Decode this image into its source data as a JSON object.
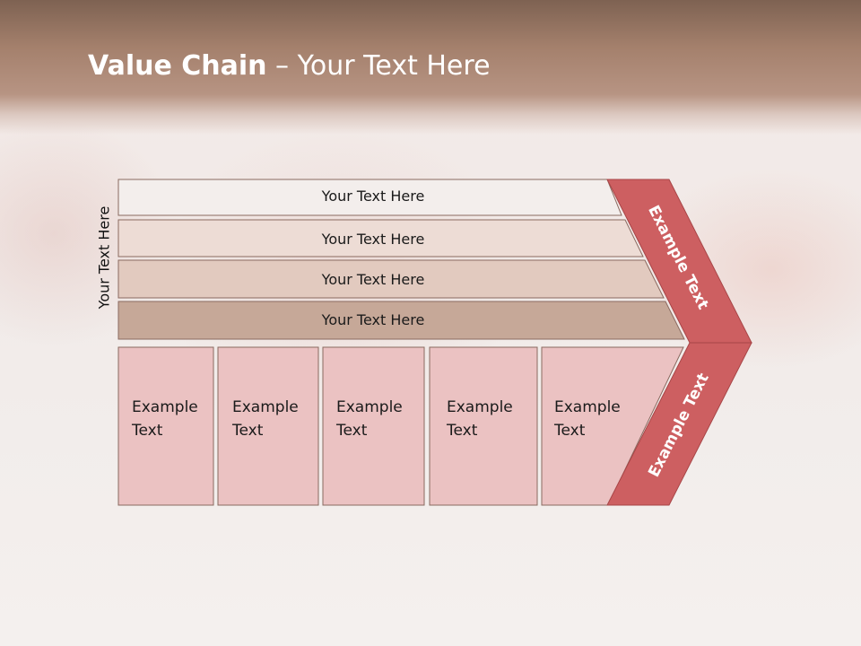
{
  "title": {
    "bold": "Value Chain",
    "rest": " – Your Text Here"
  },
  "side_label": "Your Text Here",
  "support_rows": [
    "Your Text Here",
    "Your Text Here",
    "Your Text Here",
    "Your Text Here"
  ],
  "primary_boxes": [
    {
      "line1": "Example",
      "line2": "Text"
    },
    {
      "line1": "Example",
      "line2": "Text"
    },
    {
      "line1": "Example",
      "line2": "Text"
    },
    {
      "line1": "Example",
      "line2": "Text"
    },
    {
      "line1": "Example",
      "line2": "Text"
    }
  ],
  "margin_upper": "Example Text",
  "margin_lower": "Example Text",
  "colors": {
    "row1": "#f3eeec",
    "row2": "#eddcd5",
    "row3": "#e2cabf",
    "row4": "#c6a898",
    "box": "#ebc2c2",
    "arrow": "#cd5f61",
    "border": "#8a6a60"
  }
}
